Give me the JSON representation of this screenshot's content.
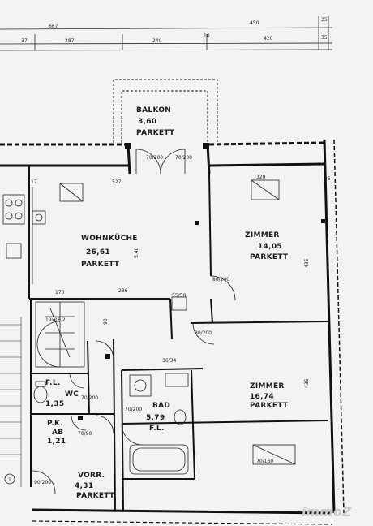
{
  "dimensions_top": {
    "d667": "667",
    "d450": "450",
    "d35a": "35",
    "d37": "37",
    "d287": "287",
    "d240": "240",
    "d10": "10",
    "d420": "420",
    "d35b": "35"
  },
  "rooms": {
    "balkon": {
      "name": "BALKON",
      "area": "3,60",
      "floor": "PARKETT"
    },
    "wohnkueche": {
      "name": "WOHNKÜCHE",
      "area": "26,61",
      "floor": "PARKETT"
    },
    "zimmer1": {
      "name": "ZIMMER",
      "area": "14,05",
      "floor": "PARKETT"
    },
    "zimmer2": {
      "name": "ZIMMER",
      "area": "16,74",
      "floor": "PARKETT"
    },
    "fl": {
      "name": "F.L.",
      "area": "1,35"
    },
    "wc": {
      "name": "WC"
    },
    "ab": {
      "name": "AB",
      "area": "1,21",
      "prefix": "P.K."
    },
    "bad": {
      "name": "BAD",
      "area": "5,79",
      "floor": "F.L."
    },
    "vorr": {
      "name": "VORR.",
      "area": "4,31",
      "floor": "PARKETT"
    }
  },
  "labels": {
    "d527": "527",
    "d540": "5,40",
    "d170": "170",
    "d236": "236",
    "d320": "320",
    "d435a": "435",
    "d435b": "435",
    "d35c": "35",
    "d80_200a": "80/200",
    "d55_50": "55/50",
    "d80_200b": "80/200",
    "d90": "90",
    "d36_34": "36/34",
    "d70_200a": "70/200",
    "d70_200b": "70/200",
    "d70_200c": "70/200",
    "d70_200d": "70/200",
    "d70_90": "70/90",
    "d90_200": "90/200",
    "d70_160": "70/160",
    "d19": "19x18,2",
    "d17": "17",
    "circle": "1"
  },
  "watermark": "immoZ"
}
